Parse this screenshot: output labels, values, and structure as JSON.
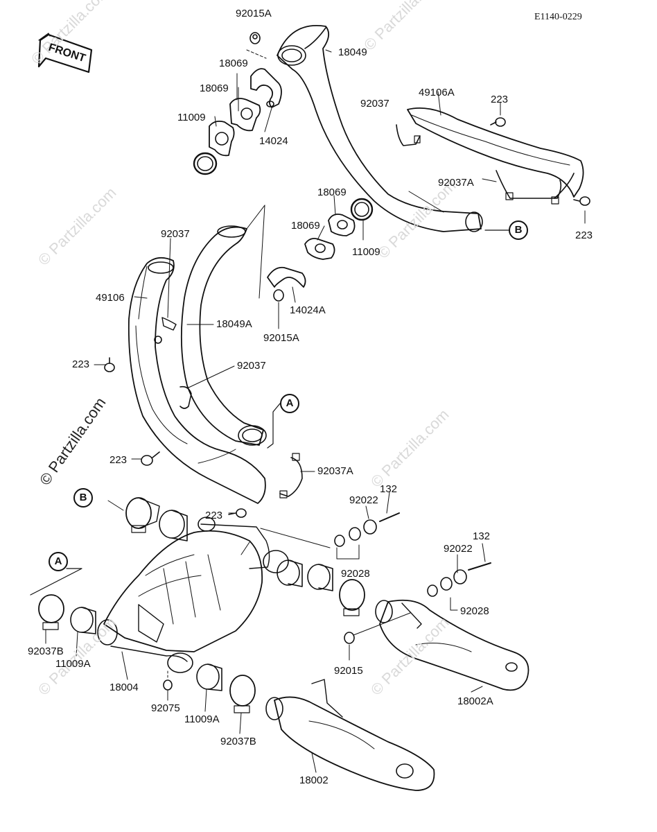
{
  "diagram_code": "E1140-0229",
  "front_label": "FRONT",
  "watermark": "© Partzilla.com",
  "ref_markers": {
    "a": "A",
    "b": "B"
  },
  "parts": {
    "p92015A_top": "92015A",
    "p18069_a": "18069",
    "p18069_b": "18069",
    "p11009_top": "11009",
    "p14024": "14024",
    "p18049": "18049",
    "p92037_topright": "92037",
    "p49106A": "49106A",
    "p223_topright": "223",
    "p92037A_right": "92037A",
    "p223_right": "223",
    "p18069_c": "18069",
    "p18069_d": "18069",
    "p11009_mid": "11009",
    "p14024A": "14024A",
    "p92015A_mid": "92015A",
    "p18049A": "18049A",
    "p92037_left": "92037",
    "p49106": "49106",
    "p223_left": "223",
    "p92037_mid": "92037",
    "p223_lower": "223",
    "p92037A_mid": "92037A",
    "p223_center": "223",
    "p132_a": "132",
    "p92022_a": "92022",
    "p92028_a": "92028",
    "p132_b": "132",
    "p92022_b": "92022",
    "p92028_b": "92028",
    "p92015": "92015",
    "p92037B_left": "92037B",
    "p11009A_left": "11009A",
    "p18004": "18004",
    "p92075": "92075",
    "p11009A_right": "11009A",
    "p92037B_right": "92037B",
    "p18002A": "18002A",
    "p18002": "18002"
  }
}
